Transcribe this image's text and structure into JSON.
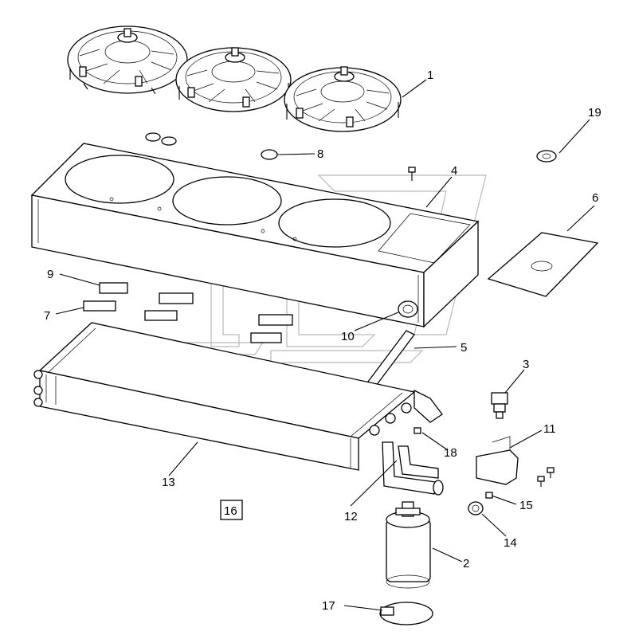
{
  "callouts": [
    {
      "id": "c1",
      "label": "1"
    },
    {
      "id": "c2",
      "label": "2"
    },
    {
      "id": "c3",
      "label": "3"
    },
    {
      "id": "c4",
      "label": "4"
    },
    {
      "id": "c5",
      "label": "5"
    },
    {
      "id": "c6",
      "label": "6"
    },
    {
      "id": "c7",
      "label": "7"
    },
    {
      "id": "c8",
      "label": "8"
    },
    {
      "id": "c9",
      "label": "9"
    },
    {
      "id": "c10",
      "label": "10"
    },
    {
      "id": "c11",
      "label": "11"
    },
    {
      "id": "c12",
      "label": "12"
    },
    {
      "id": "c13",
      "label": "13"
    },
    {
      "id": "c14",
      "label": "14"
    },
    {
      "id": "c15",
      "label": "15"
    },
    {
      "id": "c17",
      "label": "17"
    },
    {
      "id": "c18",
      "label": "18"
    },
    {
      "id": "c19",
      "label": "19"
    }
  ],
  "group_box_label": "16",
  "colors": {
    "line": "#000000",
    "watermark": "#b9b9b9",
    "background": "#ffffff"
  }
}
